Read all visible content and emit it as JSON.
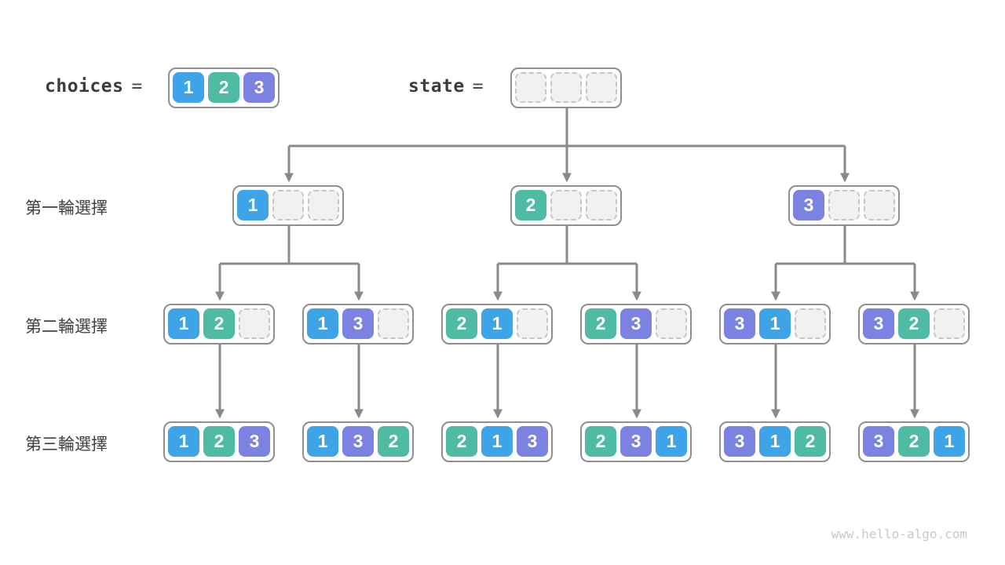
{
  "palette": {
    "1": "#3ea3e7",
    "2": "#4fbba4",
    "3": "#7b82e2",
    "empty_fill": "#f1f1f1",
    "empty_dash": "#c6c6c6",
    "node_border": "#8e8e8e",
    "connector": "#8a8a8a"
  },
  "header": {
    "choices_label": "choices",
    "equals": "=",
    "state_label": "state",
    "choices_values": [
      1,
      2,
      3
    ],
    "state_values": [
      null,
      null,
      null
    ]
  },
  "rows": [
    {
      "label": "第一輪選擇",
      "nodes": [
        [
          1,
          null,
          null
        ],
        [
          2,
          null,
          null
        ],
        [
          3,
          null,
          null
        ]
      ]
    },
    {
      "label": "第二輪選擇",
      "nodes": [
        [
          1,
          2,
          null
        ],
        [
          1,
          3,
          null
        ],
        [
          2,
          1,
          null
        ],
        [
          2,
          3,
          null
        ],
        [
          3,
          1,
          null
        ],
        [
          3,
          2,
          null
        ]
      ]
    },
    {
      "label": "第三輪選擇",
      "nodes": [
        [
          1,
          2,
          3
        ],
        [
          1,
          3,
          2
        ],
        [
          2,
          1,
          3
        ],
        [
          2,
          3,
          1
        ],
        [
          3,
          1,
          2
        ],
        [
          3,
          2,
          1
        ]
      ]
    }
  ],
  "footer": {
    "watermark": "www.hello-algo.com"
  }
}
